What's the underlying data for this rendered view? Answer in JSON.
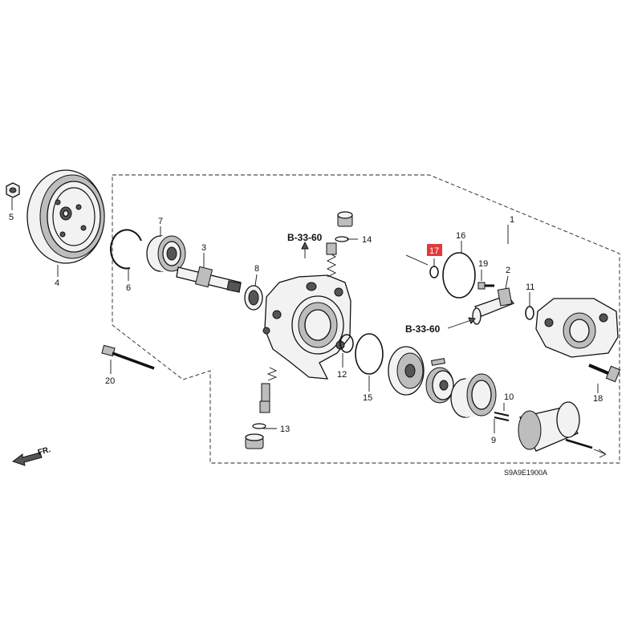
{
  "diagram": {
    "part_numbers": {
      "p1": "1",
      "p2": "2",
      "p3": "3",
      "p4": "4",
      "p5": "5",
      "p6": "6",
      "p7": "7",
      "p8": "8",
      "p9": "9",
      "p10": "10",
      "p11": "11",
      "p12": "12",
      "p13": "13",
      "p14": "14",
      "p15": "15",
      "p16": "16",
      "p17": "17",
      "p18": "18",
      "p19": "19",
      "p20": "20"
    },
    "highlighted_part": "17",
    "highlight_color": "#e23a3a",
    "references": {
      "ref_top": "B-33-60",
      "ref_mid": "B-33-60"
    },
    "direction_label": "FR.",
    "diagram_code": "S9A9E1900A"
  }
}
